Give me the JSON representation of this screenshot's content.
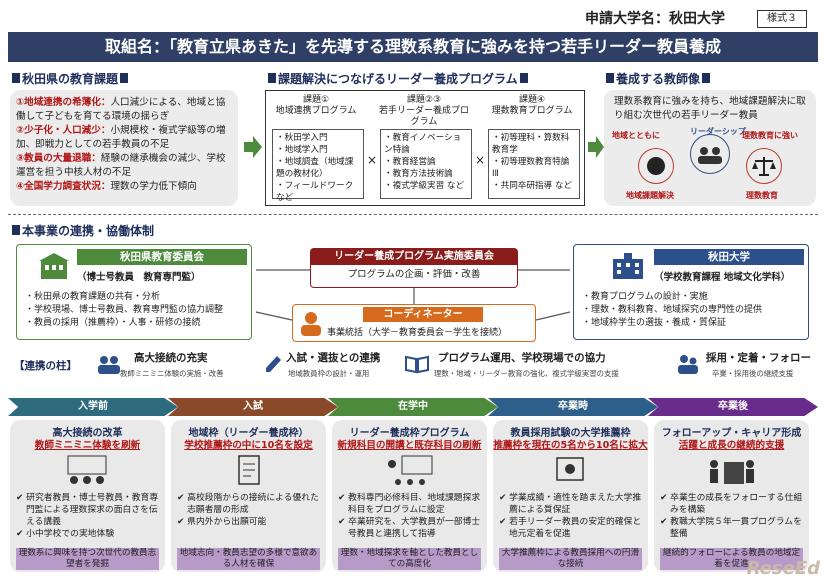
{
  "header": {
    "university": "申請大学名：秋田大学",
    "form": "様式３"
  },
  "banner": "取組名：「教育立県あきた」を先導する理数系教育に強みを持つ若手リーダー教員養成",
  "sections": {
    "issues": "秋田県の教育課題",
    "program": "課題解決につなげるリーダー養成プログラム",
    "teacher": "養成する教師像",
    "collab": "本事業の連携・協働体制"
  },
  "issues": [
    {
      "label": "①地域連携の希薄化：",
      "text": "人口減少による、地域と協働して子どもを育てる環境の揺らぎ"
    },
    {
      "label": "②少子化・人口減少：",
      "text": "小規模校・複式学級等の増加、即戦力としての若手教員の不足"
    },
    {
      "label": "③教員の大量退職：",
      "text": "経験の継承機会の減少、学校運営を担う中核人材の不足"
    },
    {
      "label": "④全国学力調査状況：",
      "text": "理数の学力低下傾向"
    }
  ],
  "program": {
    "cols": [
      {
        "title1": "課題①",
        "title2": "地域連携プログラム",
        "items": [
          "・秋田学入門",
          "・地域学入門",
          "・地域調査（地域課題の教材化）",
          "・フィールドワーク など"
        ]
      },
      {
        "title1": "課題②③",
        "title2": "若手リーダー養成プログラム",
        "items": [
          "・教育イノベーション特論",
          "・教育経営論",
          "・教育方法技術論",
          "・複式学級実習 など"
        ]
      },
      {
        "title1": "課題④",
        "title2": "理数教育プログラム",
        "items": [
          "・初等理科・算数科教育学",
          "・初等理数教育特論ⅠⅡ",
          "・共同卒研指導 など"
        ]
      }
    ],
    "times": "×"
  },
  "teacher": {
    "text": "理数系教育に強みを持ち、地域課題解決に取り組む次世代の若手リーダー教員",
    "labels": [
      "地域とともに",
      "リーダーシップ",
      "理数教育に強い",
      "地域課題解決",
      "理数教育"
    ]
  },
  "orgs": {
    "left": {
      "name": "秋田県教育委員会",
      "sub": "（博士号教員　教育専門監）",
      "items": [
        "・秋田県の教育課題の共有・分析",
        "・学校現場、博士号教員、教育専門監の協力調整",
        "・教員の採用（推薦枠）・人事・研修の接続"
      ]
    },
    "right": {
      "name": "秋田大学",
      "sub": "（学校教育課程 地域文化学科）",
      "items": [
        "・教育プログラムの設計・実施",
        "・理数・教科教育、地域探究の専門性の提供",
        "・地域枠学生の選抜・養成・質保証"
      ]
    },
    "committee": {
      "name": "リーダー養成プログラム実施委員会",
      "sub": "プログラムの企画・評価・改善"
    },
    "coordinator": {
      "name": "コーディネーター",
      "sub": "事業統括（大学－教育委員会－学生を接続）"
    }
  },
  "pillars": {
    "label": "【連携の柱】",
    "items": [
      {
        "title": "高大接続の充実",
        "sub": "教師ミニミニ体験の実施・改善"
      },
      {
        "title": "入試・選抜との連携",
        "sub": "地域教員枠の設計・運用"
      },
      {
        "title": "プログラム運用、学校現場での協力",
        "sub": "理数・地域・リーダー教育の強化、複式学級実習の支援"
      },
      {
        "title": "採用・定着・フォロー",
        "sub": "卒業・採用後の継続支援"
      }
    ]
  },
  "stages": [
    "入学前",
    "入試",
    "在学中",
    "卒業時",
    "卒業後"
  ],
  "cards": [
    {
      "t1": "高大接続の改革",
      "t2": "教師ミニミニ体験を刷新",
      "bullets": [
        "研究者教員・博士号教員・教育専門監による理数探求の面白さを伝える講義",
        "小中学校での実地体験"
      ],
      "footer": "理数系に興味を持つ次世代の教員志望者を発掘"
    },
    {
      "t1": "地域枠（リーダー養成枠）",
      "t2": "学校推薦枠の中に10名を設定",
      "bullets": [
        "高校段階からの接続による優れた志願者層の形成",
        "県内外から出願可能"
      ],
      "footer": "地域志向・教員志望の多様で意欲ある人材を確保"
    },
    {
      "t1": "リーダー養成枠プログラム",
      "t2": "新規科目の開講と既存科目の刷新",
      "bullets": [
        "教科専門必修科目、地域課題探求科目をプログラムに設定",
        "卒業研究を、大学教員が一部博士号教員と連携して指導"
      ],
      "footer": "理数・地域探求を軸とした教員としての高度化"
    },
    {
      "t1": "教員採用試験の大学推薦枠",
      "t2": "推薦枠を現在の5名から10名に拡大",
      "bullets": [
        "学業成績・適性を踏まえた大学推薦による質保証",
        "若手リーダー教員の安定的確保と地元定着を促進"
      ],
      "footer": "大学推薦枠による教員採用への円滑な接続"
    },
    {
      "t1": "フォローアップ・キャリア形成",
      "t2": "活躍と成長の継続的支援",
      "bullets": [
        "卒業生の成長をフォローする仕組みを構築",
        "教職大学院５年一貫プログラムを整備"
      ],
      "footer": "継続的フォローによる教員の地域定着を促進"
    }
  ],
  "logo": "ReseEd",
  "colors": {
    "navy": "#2f3f66",
    "green": "#4d8a3c",
    "blue": "#2d4f8c",
    "red": "#8b1c1c",
    "orange": "#d66a1d",
    "purple": "#b79ac8"
  }
}
